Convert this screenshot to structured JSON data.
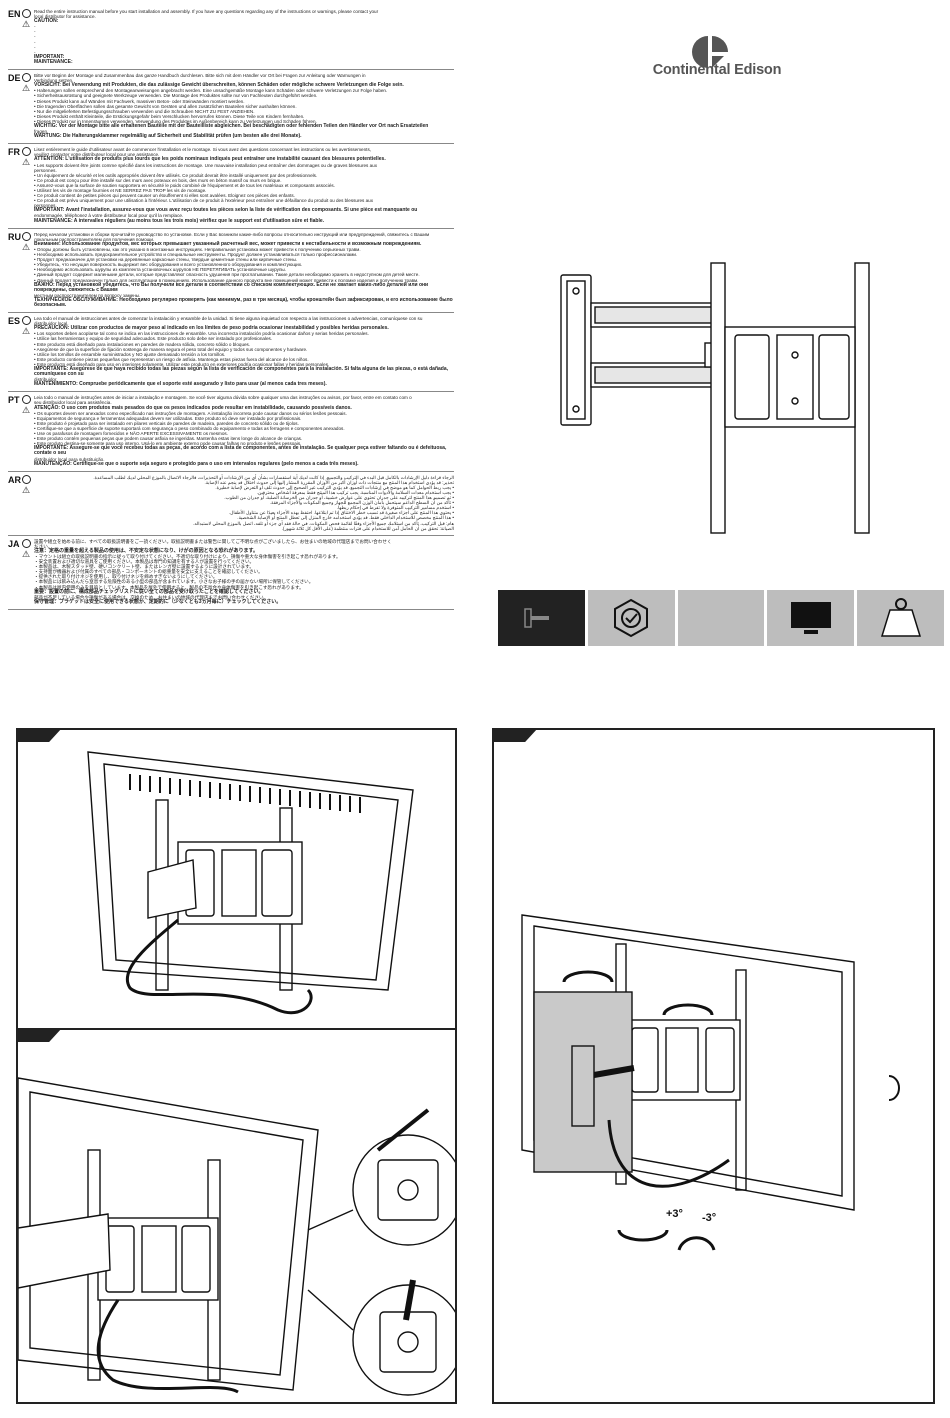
{
  "brand": {
    "name": "Continental Edison"
  },
  "languages": [
    {
      "code": "EN",
      "lines": [
        "Read the entire instruction manual before you start installation and assembly. If you have any questions regarding any of the instructions or warnings, please contact your",
        "local distributor for assistance.",
        "CAUTION:",
        "-",
        "-",
        "-",
        "-",
        "-",
        "-",
        "IMPORTANT:",
        "",
        "MAINTENANCE:"
      ]
    },
    {
      "code": "DE",
      "lines": [
        "Bitte vor Beginn der Montage und Zusammenbau das ganze Handbuch durchlesen. Bitte sich mit dem Händler vor Ort bei Fragen zur Anleitung oder Warnungen in",
        "Verbindung setzen.",
        "VORSICHT: Bei Verwendung mit Produkten, die das zulässige Gewicht überschreiten, können Schäden oder mögliche schwere Verletzungen die Folge sein.",
        "• Halterungen sollen entsprechend den Montageanweisungen angebracht werden. Eine unsachgemäße Montage kann Schäden oder schwere Verletzungen zur Folge haben.",
        "• Sicherheitsausrüstung und geeignete Werkzeuge verwenden. Die Montage des Produktes sollte nur von Fachleuten durchgeführt werden.",
        "• Dieses Produkt kann auf Wänden mit Fachwerk, massiven Beton- oder Steinwänden montiert werden.",
        "• Die tragenden Oberflächen sollen das gesamte Gewicht von Geräten und allen zusätzlichen Bauteilen sicher aushalten können.",
        "• Nur die mitgelieferten Befestigungsschrauben verwenden und die Schrauben NICHT ZU FEST ANZIEHEN.",
        "• Dieses Produkt enthält Kleinteile, die Erstickungsgefahr beim Verschlucken hervorrufen können. Diese Teile von Kindern fernhalten.",
        "• Dieses Produkt nur in Innenräumen verwenden. Verwendung des Produktes im Außenbereich kann zu Verletzungen und Schäden führen.",
        "WICHTIG: Vor der Montage bitte alle erhaltenen Bauteile mit der Bauteilliste abgleichen. Bei beschädigten oder fehlenden Teilen den Händler vor Ort nach Ersatzteilen",
        "fragen.",
        "WARTUNG: Die Halterungsklammer regelmäßig auf Sicherheit und Stabilität prüfen (um besten alle drei Monate)."
      ]
    },
    {
      "code": "FR",
      "lines": [
        "Lisez entièrement le guide d'utilisateur avant de commencer l'installation et le montage. Si vous avez des questions concernant les instructions ou les avertissements,",
        "veuillez contacter votre distributeur local pour une assistance.",
        "ATTENTION: L'utilisation de produits plus lourds que les poids nominaux indiqués peut entraîner une instabilité causant des blessures potentielles.",
        "• Les supports doivent être joints comme spécifié dans les instructions de montage. Une mauvaise installation peut entraîner des dommages ou de graves blessures aux",
        "  personnes.",
        "• Un équipement de sécurité et les outils appropriés doivent être utilisés. Ce produit devrait être installé uniquement par des professionnels.",
        "• Ce produit est conçu pour être installé sur des murs avec poteaux en bois, des murs en béton massif ou murs en brique.",
        "• Assurez-vous que la surface de soutien supportera en sécurité le poids combiné de l'équipement et de tous les matériaux et composants associés.",
        "• Utilisez les vis de montage fournies et NE SERREZ PAS TROP les vis de montage.",
        "• Ce produit contient de petites pièces qui peuvent causer un étouffement si elles sont avalées. Eloignez ces pièces des enfants.",
        "• Ce produit est prévu uniquement pour une utilisation à l'intérieur. L'utilisation de ce produit à l'extérieur peut entraîner une défaillance du produit ou  des blessures aux",
        "  personnes.",
        "IMPORTANT: Avant l'installation, assurez-vous que vous avez reçu toutes les pièces selon la liste de vérification des composants. Si une pièce est manquante ou",
        "endommagée, téléphonez à votre distributeur local pour qu'il la remplace.",
        "MAINTENANCE: A intervalles réguliers (au moins tous les trois mois) vérifiez que le support est d'utilisation sûre et fiable."
      ]
    },
    {
      "code": "RU",
      "lines": [
        "Перед началом установки и сборки прочитайте руководство по установке. Если у Вас возникли какие-либо вопросы относительно инструкций или предупреждений, свяжитесь с Вашим",
        "локальным распространителем для получения помощи.",
        "Внимание: Использование продуктов, вес которых превышает указанный расчетный вес, может привести к нестабильности и возможным повреждениям.",
        "• Опоры должны быть установлены, как это указано в монтажных инструкциях. Неправильная установка может привести к получению серьезных травм.",
        "• Необходимо использовать предохранительное устройство и специальные инструменты. Продукт должен устанавливаться только профессионалами.",
        "• Продукт предназначен для установки на деревянные каркасные стены, твердые цементные стены или кирпичные стены.",
        "• Убедитесь, что несущая поверхность выдержит вес оборудования и всего установленного оборудования и комплектующих.",
        "• Необходимо использовать шурупы из комплекта установочных шурупов НЕ ПЕРЕТЯГИВАТЬ установочные шурупы.",
        "• Данный продукт содержит маленькие детали, которые представляют опасность удушения при проглатывании. Такие детали необходимо хранить в недоступном для детей месте.",
        "• Данный продукт предназначен только для эксплуатации в помещениях. Использование данного продукта вне помещений может привести к поломке изделия и получению травм.",
        "ВАЖНО: Перед установкой убедитесь, что Вы получили все детали в соответствии со списком комплектующих. Если не хватает каких-либо деталей или они повреждены, свяжитесь с Вашим",
        "местным распространителем по вопросу замены.",
        "ТЕХНИЧЕСКОЕ ОБСЛУЖИВАНИЕ: Необходимо регулярно проверять (как минимум, раз в три месяца), чтобы кронштейн был зафиксирован, и его использование было безопасным."
      ]
    },
    {
      "code": "ES",
      "lines": [
        "Lea todo el manual de instrucciones antes de comenzar la instalación y ensamble de la unidad. Si tiene alguna inquietud con respecto a las instrucciones o advertencias, comuníquese con su",
        "distribuidor local.",
        "PRECAUCIÓN: Utilizar con productos de mayor peso al indicado en los límites de peso podría ocasionar inestabilidad y posibles heridas personales.",
        "• Los soportes deben acoplarse tal como se indica en las instrucciones de ensamble. Una incorrecta instalación podría ocasionar daños y serias heridas personales.",
        "• Utilice las herramientas y equipo de seguridad adecuados. Este producto solo debe ser instalado por profesionales.",
        "• Este producto está diseñado para instalaciones en paredes de madera sólida, concreto sólido o bloques.",
        "• Asegúrese de que la superficie de fijación sostenga de manera segura el peso total del equipo y todos sus componentes y hardware.",
        "• Utilice los tornillos de ensamble suministrados y NO ajuste demasiado tensión a los tornillos.",
        "• Este producto contiene piezas pequeñas que representan un riesgo de asfixia. Mantenga estas piezas fuera del alcance de los niños.",
        "• Este producto está diseñado para uso en interiores solamente. Utilizar este producto en exteriores podría ocasionar fallas y heridas personales.",
        "IMPORTANTE: Asegúrese de que haya recibido todas las piezas según la lista de verificación de componentes para la instalación. Si falta alguna de las piezas, o está dañada, comuníquese con su",
        "distribuidor.",
        "MANTENIMIENTO: Compruebe periódicamente que el soporte esté asegurado y listo para usar (al menos cada tres meses)."
      ]
    },
    {
      "code": "PT",
      "lines": [
        "Leia todo o manual de instruções antes de iniciar a instalação e montagem. Se você tiver alguma dúvida sobre qualquer uma das instruções ou avisos, por favor, entre em contato com o",
        "seu distribuidor local para assistência.",
        "ATENÇÃO: O uso com produtos mais pesados do que os pesos indicados pode resultar em instabilidade, causando possíveis danos.",
        "• Os suportes devem ser anexados como especificado nas instruções de montagem. A instalação incorreta pode causar danos ou sérios lesões pessoais.",
        "• Equipamentos de segurança e ferramentas adequadas devem ser utilizadas. Este produto só deve ser instalado por profissionais.",
        "• Este produto é projetado para ser instalado em pilares verticais de paredes de madeira, paredes de concreto sólido ou de tijolos.",
        "• Certifique-se que a superfície de suporte suportará com segurança o peso combinado do equipamento e todas as ferragens e componentes anexados.",
        "• Use os parafusos de montagem fornecidos e NÃO APERTE EXCESSIVAMENTE os mesmos.",
        "• Este produto contém pequenas peças que podem causar asfixia se ingeridas. Mantenha estas itens longe do alcance de crianças.",
        "• Este produto destina-se somente para uso interno. Usá-lo em ambiente externo pode causar falhas no produto e lesões pessoais.",
        "IMPORTANTE: Assegure-se que você recebeu todas as peças, de acordo com a lista de componentes, antes de instalação. Se qualquer peça estiver faltando ou é defeituosa, contate o seu",
        "distribuidor local para substituição.",
        "MANUTENÇÃO: Certifique-se que o suporte seja seguro e protegido para o uso em intervalos regulares (pelo menos a cada três meses)."
      ]
    },
    {
      "code": "AR",
      "lines": [
        "الرجاء قراءة دليل الإرشادات بالكامل قبل البدء في التركيب والتجميع. إذا كانت لديك أية استفسارات بشأن أي من الإرشادات أو التحذيرات، فالرجاء الاتصال بالموزع المحلي لديك لطلب المساعدة.",
        "تحذير: قد يؤدي استخدام هذا المنتج مع منتجات ذات أوزان أكبر من الأوزان المقررة المشار إليها إلى حدوث اختلال قد ينجم عنه الإصابة.",
        "• يجب ربط الحوامل كما هو موضح في إرشادات التجميع. قد يؤدي التركيب غير الصحيح إلى حدوث تلف أو التعرض لإصابة خطيرة.",
        "• يجب استخدام معدات السلامة والأدوات المناسبة. يجب تركيب هذا المنتج فقط بمعرفة أشخاص محترفين.",
        "• تم تصميم هذا المنتج لتركيبه على جدران تحتوي على عوارض خشبية، أو جدران من الخرسانة الصلبة، أو جدران من الطوب.",
        "• تأكد من أن السطح الداعم سيتحمل بأمان الوزن المجمع للجهاز وجميع المكونات والأجزاء المرفقة.",
        "• استخدم مسامير التركيب المتوفرة ولا تفرط في إحكام ربطها.",
        "• يحتوي هذا المنتج على أجزاء صغيرة قد تسبب خطر الاختناق إذا تم ابتلاعها. احتفظ بهذه الأجزاء بعيدًا عن متناول الأطفال.",
        "• هذا المنتج مخصص للاستخدام الداخلي فقط. قد يؤدي استخدامه خارج المنزل إلى تعطل المنتج أو الإصابة الشخصية.",
        "هام: قبل التركيب، تأكد من استلامك جميع الأجزاء وفقًا لقائمة فحص المكونات. في حالة فقد أي جزء أو تلفه، اتصل بالموزع المحلي لاستبداله.",
        "الصيانة: تحقق من أن الحامل آمن للاستخدام على فترات منتظمة (على الأقل كل ثلاثة شهور)."
      ]
    },
    {
      "code": "JA",
      "lines": [
        "設置や組立を始める前に、すべての取扱説明書をご一読ください。取扱説明書または警告に関してご不明な点がございましたら、お住まいの地域の代理店までお問い合わせく",
        "ださい。",
        "注意：定格の重量を超える製品の使用は、不安定な状態になり、けがの原因となる恐れがあります。",
        "・マウントは組立の取扱説明書の指示に従って取り付けてください。不適切な取り付けにより、損傷や重大な身体傷害を引き起こす恐れがあります。",
        "・安全装置および適切な道具をご使用ください。本製品は専門の知識を有する人が設置を行ってください。",
        "・本製品は、木製スタッド壁、硬いコンクリート壁、またはレンガ壁に設置するように設計されています。",
        "・支持面が機器および付属のすべての部品・コンポーネントの総重量を安全に支えることを確認してください。",
        "・提供された取り付けネジを使用し、取り付けネジを締めすぎないようにしてください。",
        "・本製品には飲み込んだら窒息する危険性のある小型の部品が含まれています。小さなお子様の手の届かない場所に保管してください。",
        "・本製品は屋内使用のみを目的としています。本製品を屋外で使用すると、製品の不具合や身体傷害を引き起こす恐れがあります。",
        "重要：設置の前に、構成部品チェックリストに従い全ての部品を受け取ったことを確認してください。",
        "部品が不足している場合や損傷がある場合は、交換のため、お住まいの地域の代理店までお問い合わせください。",
        "保守管理：ブラケットは安全に使用できる状態か、定期的に（少なくとも3ヵ月毎に）チェックしてください。"
      ]
    }
  ],
  "adjustments": {
    "tilt_up": "+3°",
    "tilt_down": "-3°"
  },
  "icons": [
    "tv-mount-icon",
    "certification-badge-icon",
    "tv-screen-icon",
    "weight-icon"
  ],
  "colors": {
    "panel_bg": "#bdbdbd",
    "dark": "#222222",
    "brand_gray": "#555555"
  }
}
